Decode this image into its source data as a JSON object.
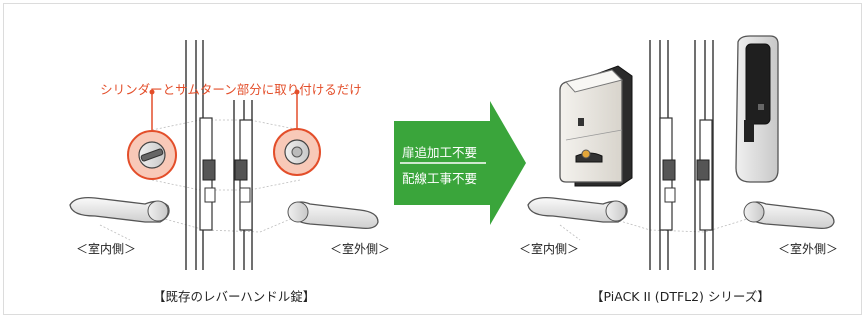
{
  "callout": {
    "text": "シリンダーとサムターン部分に取り付けるだけ"
  },
  "arrow": {
    "line1": "扉追加工不要",
    "line2": "配線工事不要"
  },
  "left_panel": {
    "inside_label": "＜室内側＞",
    "outside_label": "＜室外側＞",
    "caption": "【既存のレバーハンドル錠】"
  },
  "right_panel": {
    "inside_label": "＜室内側＞",
    "outside_label": "＜室外側＞",
    "caption": "【PiACK II (DTFL2) シリーズ】"
  },
  "colors": {
    "accent_orange": "#e34e2a",
    "arrow_green": "#3aa53b",
    "highlight_fill": "#f8c9b8",
    "door_line": "#333333"
  }
}
